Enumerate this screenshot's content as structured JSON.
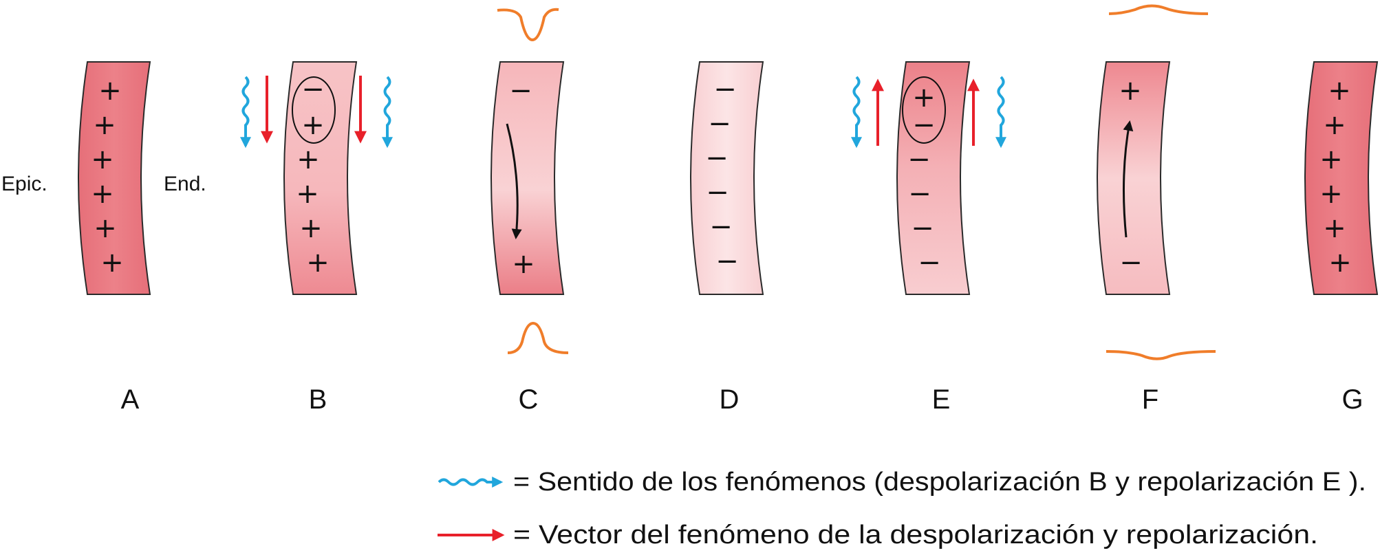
{
  "side_labels": {
    "epicardium": "Epic.",
    "endocardium": "End."
  },
  "colors": {
    "strip_edge": "#2a2a2a",
    "depolarized_dark": "#e8707a",
    "polarized_light": "#fbdcde",
    "wave_arrow": "#21a6dc",
    "vector_arrow": "#e8202a",
    "ecg_trace": "#f07d2a"
  },
  "panels": [
    {
      "letter": "A",
      "signs": [
        "+",
        "+",
        "+",
        "+",
        "+",
        "+"
      ]
    },
    {
      "letter": "B",
      "signs": [
        "−",
        "+",
        "+",
        "+",
        "+",
        "+"
      ]
    },
    {
      "letter": "C",
      "signs": [
        "−",
        "+"
      ]
    },
    {
      "letter": "D",
      "signs": [
        "−",
        "−",
        "−",
        "−",
        "−",
        "−"
      ]
    },
    {
      "letter": "E",
      "signs": [
        "+",
        "−",
        "−",
        "−",
        "−",
        "−"
      ]
    },
    {
      "letter": "F",
      "signs": [
        "+",
        "−"
      ]
    },
    {
      "letter": "G",
      "signs": [
        "+",
        "+",
        "+",
        "+",
        "+",
        "+"
      ]
    }
  ],
  "legend": {
    "wave_icon": "wavy-blue-arrow-icon",
    "wave_text": "= Sentido de los fenómenos (despolarización B y repolarización E ).",
    "vector_icon": "red-arrow-icon",
    "vector_text": "= Vector del fenómeno de la despolarización y repolarización."
  }
}
